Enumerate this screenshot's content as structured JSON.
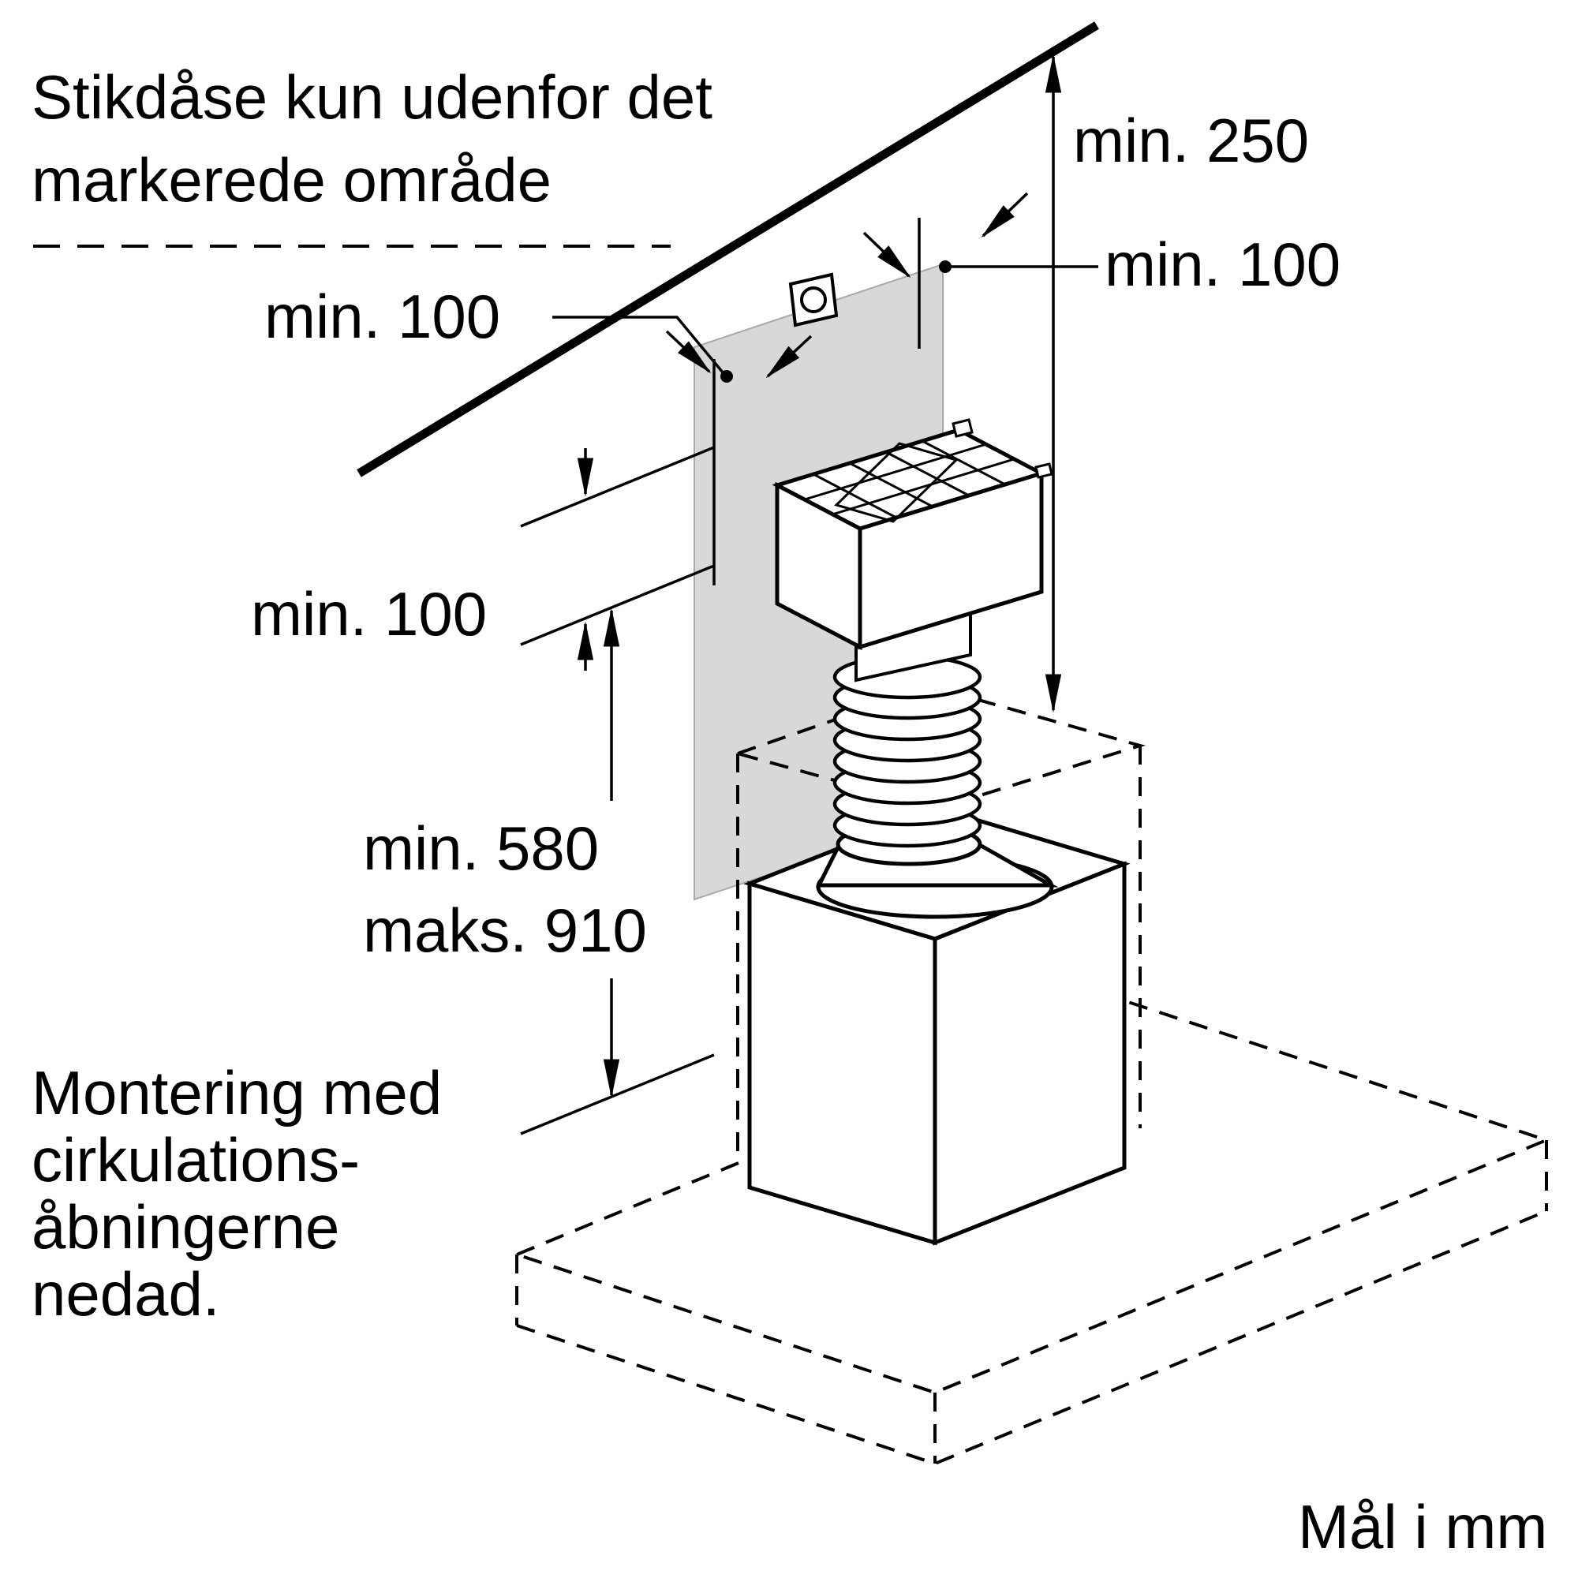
{
  "diagram": {
    "socket_note": {
      "line1": "Stikdåse kun udenfor det",
      "line2": "markerede område"
    },
    "dimensions": {
      "ceiling_clearance": "min. 250",
      "socket_side_clearance": "min. 100",
      "left_clearance": "min. 100",
      "marked_area_offset": "min. 100",
      "mount_height_min": "min. 580",
      "mount_height_max": "maks. 910"
    },
    "mounting_note": {
      "line1": "Montering med",
      "line2": "cirkulations-",
      "line3": "åbningerne",
      "line4": "nedad."
    },
    "units_label": "Mål i mm",
    "colors": {
      "line": "#000000",
      "wall_panel": "#d8d8d8",
      "background": "#ffffff"
    }
  }
}
